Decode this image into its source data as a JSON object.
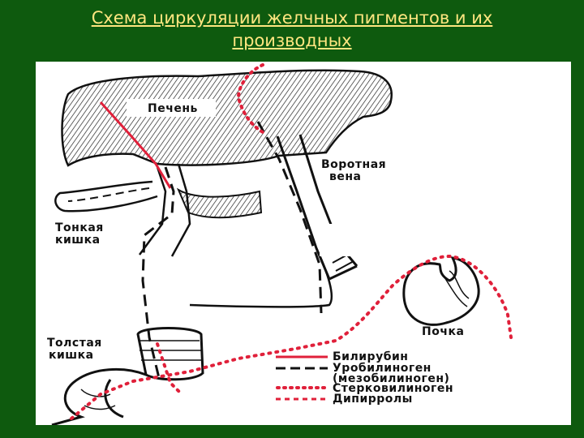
{
  "title": {
    "line1": "Схема циркуляции желчных пигментов и их",
    "line2": "производных"
  },
  "labels": {
    "liver": "Печень",
    "portal_vein_1": "Воротная",
    "portal_vein_2": "вена",
    "small_intestine_1": "Тонкая",
    "small_intestine_2": "кишка",
    "large_intestine_1": "Толстая",
    "large_intestine_2": "кишка",
    "kidney": "Почка"
  },
  "legend": [
    {
      "label": "Билирубин",
      "style": "solid",
      "color": "#e0203a"
    },
    {
      "label": "Уробилиноген",
      "style": "long-dash",
      "color": "#111111"
    },
    {
      "label": "(мезобилиноген)",
      "style": "none",
      "color": "#111111"
    },
    {
      "label": "Стерковилиноген",
      "style": "dotted",
      "color": "#e0203a"
    },
    {
      "label": "Дипирролы",
      "style": "short-dash",
      "color": "#e0203a"
    }
  ],
  "colors": {
    "background": "#0e5a0e",
    "title": "#ffe680",
    "bilirubin": "#e0203a",
    "urobilinogen": "#111111",
    "stercobilinogen": "#e0203a",
    "dipyrroles": "#e0203a"
  }
}
